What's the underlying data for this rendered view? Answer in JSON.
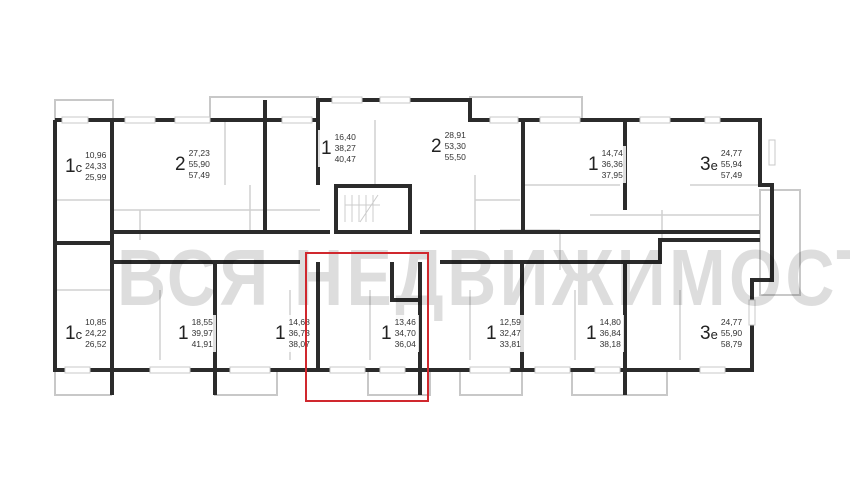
{
  "watermark": "ВСЯ НЕДВИЖИМОСТЬ",
  "highlight_color": "#d0282e",
  "units": [
    {
      "rooms": "1",
      "suffix": "с",
      "living": "10,96",
      "total": "24,33",
      "total_balcony": "25,99"
    },
    {
      "rooms": "2",
      "suffix": "",
      "living": "27,23",
      "total": "55,90",
      "total_balcony": "57,49"
    },
    {
      "rooms": "1",
      "suffix": "",
      "living": "16,40",
      "total": "38,27",
      "total_balcony": "40,47"
    },
    {
      "rooms": "2",
      "suffix": "",
      "living": "28,91",
      "total": "53,30",
      "total_balcony": "55,50"
    },
    {
      "rooms": "1",
      "suffix": "",
      "living": "14,74",
      "total": "36,36",
      "total_balcony": "37,95"
    },
    {
      "rooms": "3",
      "suffix": "е",
      "living": "24,77",
      "total": "55,94",
      "total_balcony": "57,49"
    },
    {
      "rooms": "1",
      "suffix": "с",
      "living": "10,85",
      "total": "24,22",
      "total_balcony": "26,52"
    },
    {
      "rooms": "1",
      "suffix": "",
      "living": "18,55",
      "total": "39,97",
      "total_balcony": "41,91"
    },
    {
      "rooms": "1",
      "suffix": "",
      "living": "14,68",
      "total": "36,73",
      "total_balcony": "38,07"
    },
    {
      "rooms": "1",
      "suffix": "",
      "living": "13,46",
      "total": "34,70",
      "total_balcony": "36,04"
    },
    {
      "rooms": "1",
      "suffix": "",
      "living": "12,59",
      "total": "32,47",
      "total_balcony": "33,81"
    },
    {
      "rooms": "1",
      "suffix": "",
      "living": "14,80",
      "total": "36,84",
      "total_balcony": "38,18"
    },
    {
      "rooms": "3",
      "suffix": "е",
      "living": "24,77",
      "total": "55,90",
      "total_balcony": "58,79"
    }
  ]
}
